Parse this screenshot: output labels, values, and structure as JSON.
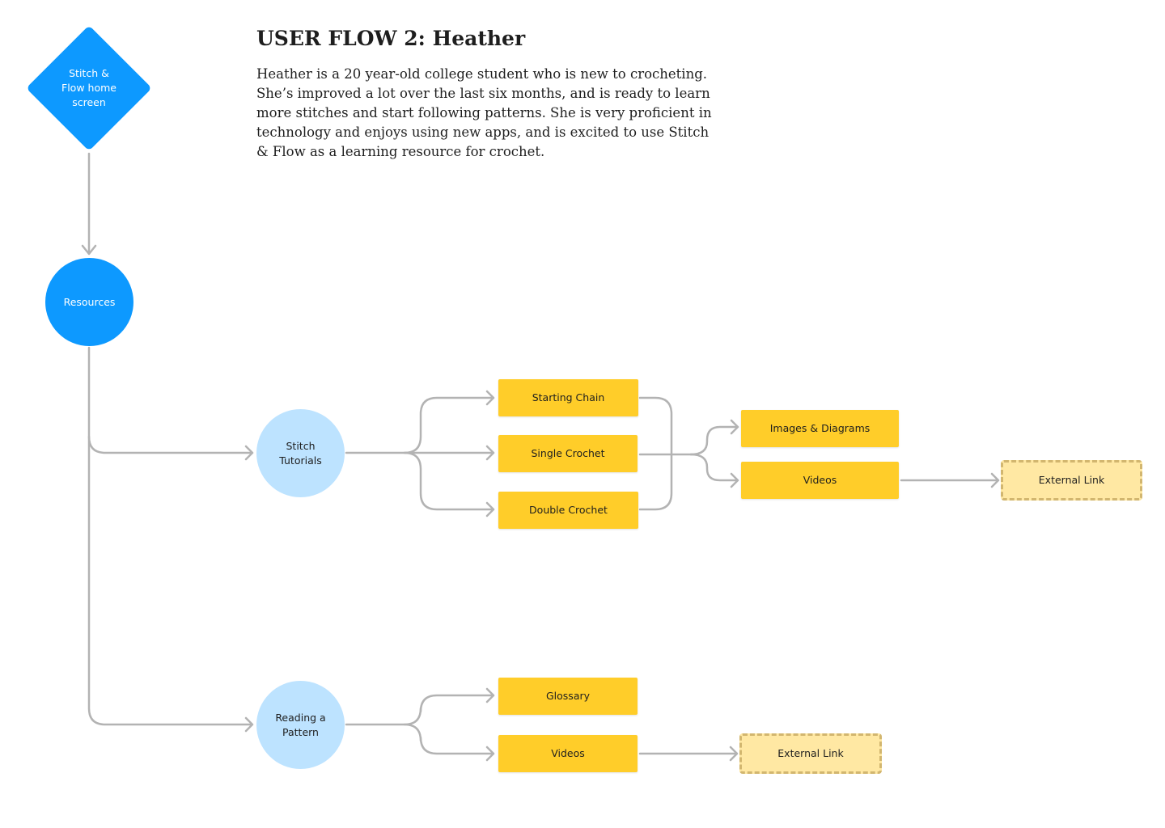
{
  "header": {
    "title": "USER FLOW 2: Heather",
    "description": "Heather is a 20 year-old college student who is new to crocheting. She’s improved a lot over the last six months, and is ready to learn more stitches and start following patterns. She is very proficient in technology and enjoys using new apps, and is excited to use Stitch & Flow as a learning resource for crochet."
  },
  "nodes": {
    "home": "Stitch & Flow home screen",
    "resources": "Resources",
    "stitch_tutorials": "Stitch Tutorials",
    "starting_chain": "Starting Chain",
    "single_crochet": "Single Crochet",
    "double_crochet": "Double Crochet",
    "images_diagrams": "Images & Diagrams",
    "videos_stitch": "Videos",
    "external_link_stitch": "External Link",
    "reading_pattern": "Reading a Pattern",
    "glossary": "Glossary",
    "videos_pattern": "Videos",
    "external_link_pattern": "External Link"
  },
  "colors": {
    "primary_blue": "#0d99ff",
    "light_blue": "#bde3ff",
    "yellow": "#ffcd29",
    "external_fill": "#ffe8a3",
    "external_border": "#d2b66f",
    "connector": "#b3b3b3"
  }
}
